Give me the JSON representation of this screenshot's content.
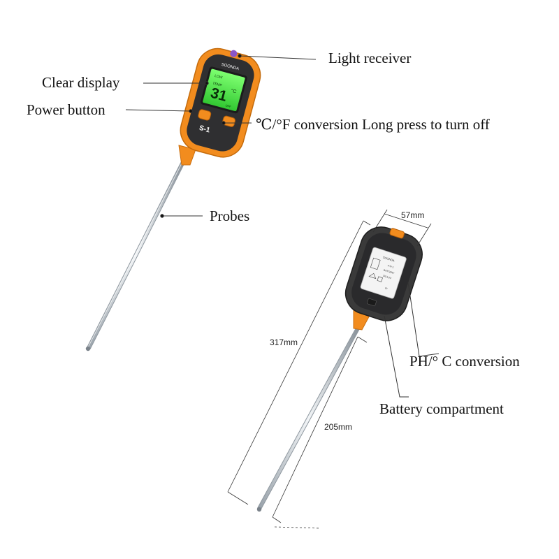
{
  "device": {
    "brand": "SOONDA",
    "model": "S-1",
    "lcd": {
      "reading": "31",
      "unit": "°C",
      "tag": "TEMP",
      "sub": "LOW",
      "status": "OFF"
    },
    "back_sticker": [
      "SOONDA",
      "4-in-1",
      "BATTERY",
      "DC4.5V",
      "IP"
    ]
  },
  "callouts": {
    "light_receiver": "Light receiver",
    "clear_display": "Clear display",
    "power_button": "Power button",
    "conversion": "℃/°F conversion Long press to turn off",
    "probes": "Probes",
    "ph_conversion": "PH/°  C conversion",
    "battery": "Battery compartment"
  },
  "dimensions": {
    "width": "57mm",
    "total_length": "317mm",
    "probe_length": "205mm"
  },
  "colors": {
    "orange": "#f28c1e",
    "body": "#3a3a3a",
    "lcd": "#4fe04a",
    "probe": "#d8dde2"
  }
}
